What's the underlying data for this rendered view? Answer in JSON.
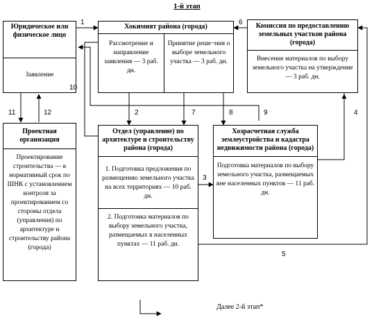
{
  "title": "1-й этап",
  "boxes": {
    "applicant": {
      "header": "Юридическое или физическое лицо",
      "body": "Заявление"
    },
    "administration": {
      "header": "Хокимият района (города)",
      "left": "Рассмотрение и направление заявления — 3 раб. дн.",
      "right": "Принятие реше¬ния о выборе земельного участка — 3 раб. дн."
    },
    "commission": {
      "header": "Комиссия по предоставлению земельных участков района (города)",
      "body": "Внесение материалов по выбору земельного участка на утверждение — 3 раб. дн."
    },
    "design_org": {
      "header": "Проектная организация",
      "body": "Проектирование строительства — в нормативный срок по ШНК с установлением контроля за проектированием со стороны отдела (управления) по архитектуре и строительству района (города)"
    },
    "architecture": {
      "header": "Отдел (управление) по архитектуре и строительству района (города)",
      "item1": "1. Подготовка предложения по размещению земельного участка на всех территориях — 10 раб. дн.",
      "item2": "2. Подготовка материалов по выбору земельного участка, размещаемых в населенных пунктах — 11 раб. дн."
    },
    "land_service": {
      "header": "Хозрасчетная служба землеустройства и кадастра недвижимости района (города)",
      "body": "Подготовка материалов по выбору земельного участка, размещаемых вне населенных пунктов — 11 раб. дн."
    }
  },
  "arrow_labels": [
    "1",
    "2",
    "3",
    "5",
    "6",
    "7",
    "8",
    "9",
    "10",
    "11",
    "12"
  ],
  "arrow_label_4": "4",
  "next_stage": "Далее 2-й этап*"
}
